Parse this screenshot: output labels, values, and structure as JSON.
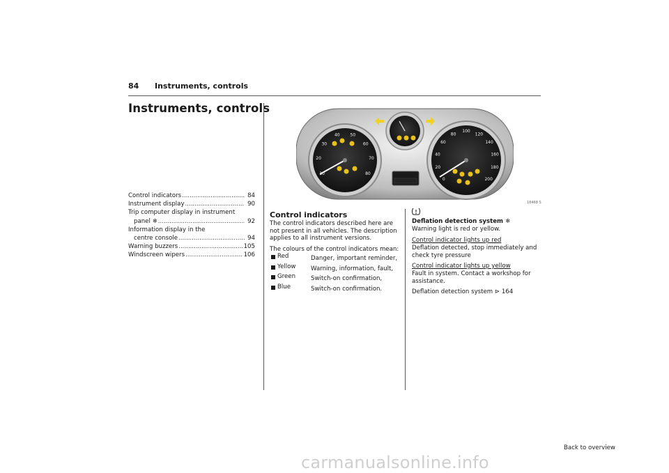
{
  "header": {
    "page_number": "84",
    "title": "Instruments, controls"
  },
  "chapter_title": "Instruments, controls",
  "toc": [
    {
      "text": "Control indicators",
      "page": "84"
    },
    {
      "text": "Instrument display",
      "page": "90"
    },
    {
      "line1": "Trip computer display in instrument",
      "line2": "panel ❄",
      "page": "92"
    },
    {
      "line1": "Information display in the",
      "line2": "centre console",
      "page": "94"
    },
    {
      "text": "Warning buzzers",
      "page": "105"
    },
    {
      "text": "Windscreen wipers",
      "page": "106"
    }
  ],
  "figure": {
    "id": "18468 S",
    "speedo_ticks": [
      "10",
      "20",
      "30",
      "40",
      "50",
      "60",
      "70",
      "80"
    ],
    "speed_ticks": [
      "0",
      "20",
      "40",
      "60",
      "80",
      "100",
      "120",
      "140",
      "160",
      "180",
      "200"
    ],
    "colors": {
      "bezel": "#b9b9b9",
      "dial": "#1c1c1c",
      "indicator": "#e8c21a",
      "arrow": "#f0d020"
    }
  },
  "section": {
    "title": "Control indicators",
    "para1": "The control indicators described here are not present in all vehicles. The description applies to all instrument versions.",
    "para2": "The colours of the control indicators mean:",
    "colors": [
      {
        "name": "Red",
        "desc": "Danger, important reminder,"
      },
      {
        "name": "Yellow",
        "desc": "Warning, information, fault,"
      },
      {
        "name": "Green",
        "desc": "Switch-on confirmation,"
      },
      {
        "name": "Blue",
        "desc": "Switch-on confirmation."
      }
    ]
  },
  "right": {
    "icon": "tyre-pressure-warning-icon",
    "title": "Deflation detection system ❄",
    "p1": "Warning light is red or yellow.",
    "red_head": "Control indicator lights up red",
    "red_text": "Deflation detected, stop immediately and check tyre pressure",
    "yellow_head": "Control indicator lights up yellow",
    "yellow_text": "Fault in system. Contact a workshop for assistance.",
    "ref_text": "Deflation detection system",
    "ref_arrow": "⊳",
    "ref_page": "164"
  },
  "footer": {
    "back_link": "Back to overview",
    "watermark": "carmanualsonline.info"
  }
}
